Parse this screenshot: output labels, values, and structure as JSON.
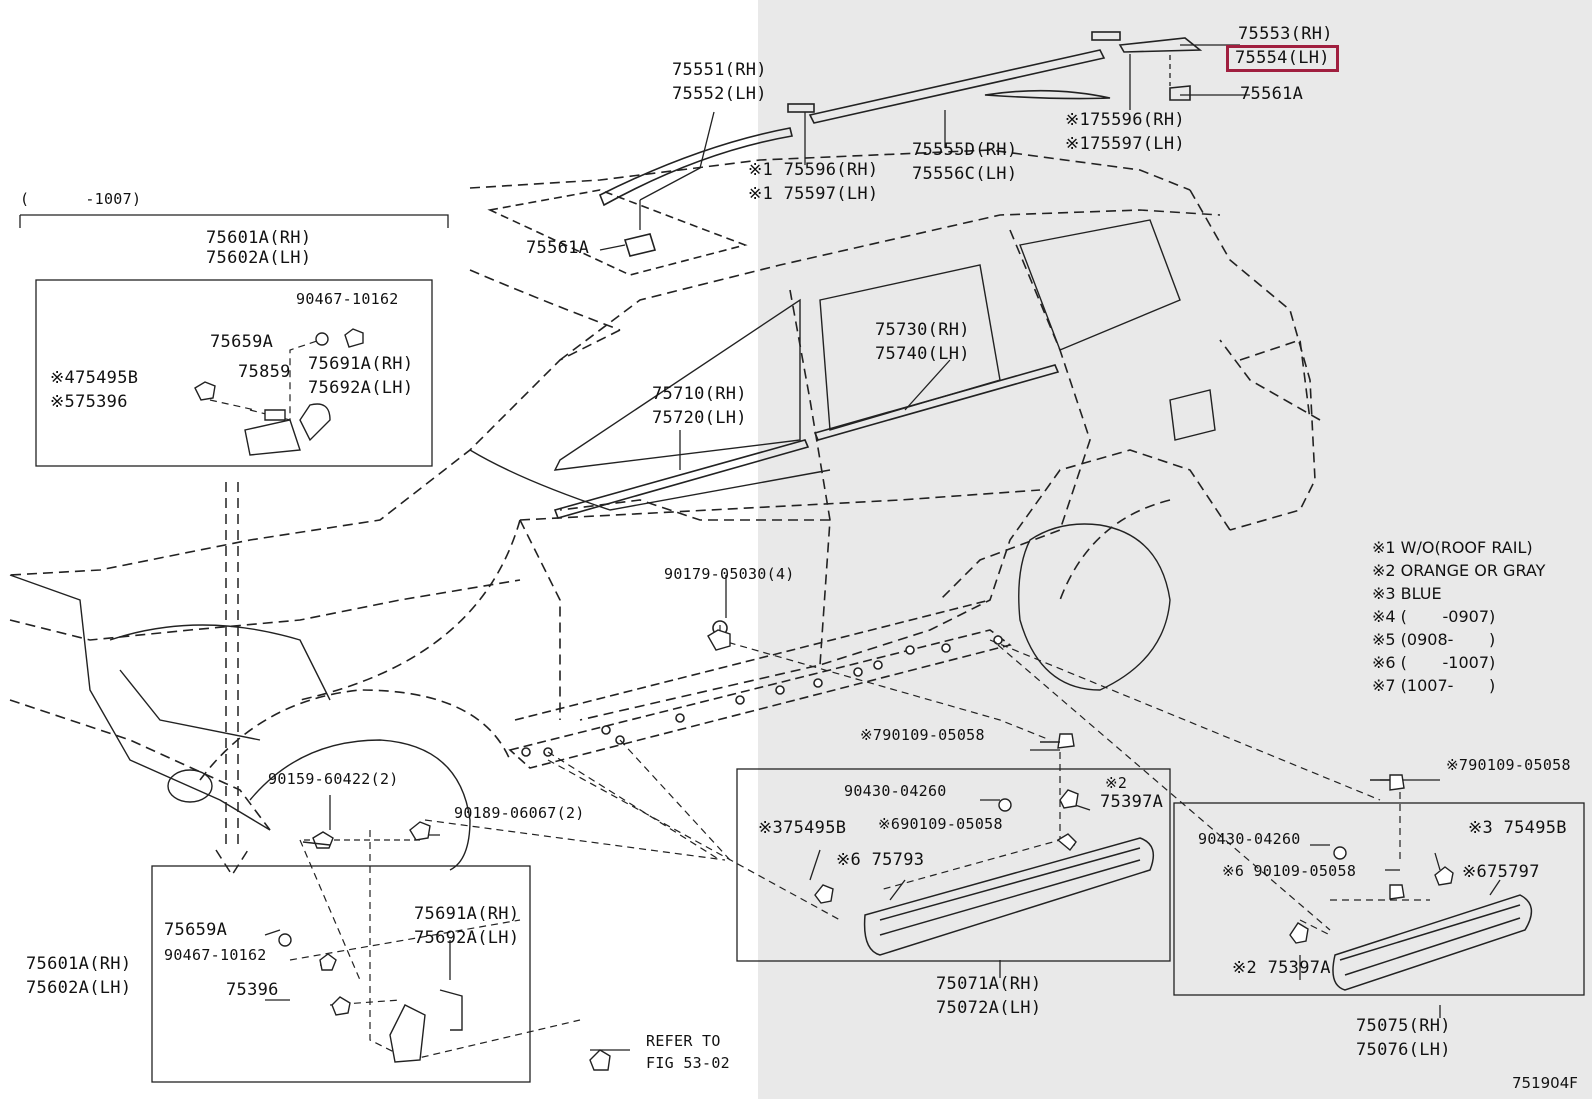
{
  "labels": {
    "p75553": "75553(RH)",
    "p75554": "75554(LH)",
    "p75561a_top": "75561A",
    "p75551": "75551(RH)",
    "p75552": "75552(LH)",
    "p75596_r": "※175596(RH)",
    "p75597_r": "※175597(LH)",
    "p75555d": "75555D(RH)",
    "p75556c": "75556C(LH)",
    "p75596_m": "※1 75596(RH)",
    "p75597_m": "※1 75597(LH)",
    "p75561a_roof": "75561A",
    "p75730": "75730(RH)",
    "p75740": "75740(LH)",
    "p75710": "75710(RH)",
    "p75720": "75720(LH)",
    "p90179": "90179-05030(4)",
    "p90109_a": "※790109-05058",
    "p90430_a": "90430-04260",
    "p75397a_a_mark": "※2",
    "p75397a_a": "75397A",
    "p75495b_a": "※375495B",
    "p90109_b": "※690109-05058",
    "p75793": "※6 75793",
    "p75071a": "75071A(RH)",
    "p75072a": "75072A(LH)",
    "p90109_c": "※790109-05058",
    "p90430_b": "90430-04260",
    "p75495b_b": "※3 75495B",
    "p90109_d": "※6 90109-05058",
    "p75797": "※675797",
    "p75397a_b": "※2 75397A",
    "p75075": "75075(RH)",
    "p75076": "75076(LH)",
    "p90159": "90159-60422(2)",
    "p90189": "90189-06067(2)",
    "p75659a_b": "75659A",
    "p90467_b": "90467-10162",
    "p75396_b": "75396",
    "p75601a_b": "75601A(RH)",
    "p75602a_b": "75602A(LH)",
    "p75691a_b": "75691A(RH)",
    "p75692a_b": "75692A(LH)",
    "refer1": "REFER TO",
    "refer2": "FIG 53-02",
    "range_top": "(      -1007)",
    "p75601a_t": "75601A(RH)",
    "p75602a_t": "75602A(LH)",
    "p90467_t": "90467-10162",
    "p75659a_t": "75659A",
    "p75495b_t": "※475495B",
    "p75396_t": "※575396",
    "p75859": "75859",
    "p75691a_t": "75691A(RH)",
    "p75692a_t": "75692A(LH)",
    "fig_no": "751904F"
  },
  "legend": [
    "※1 W/O(ROOF RAIL)",
    "※2 ORANGE OR GRAY",
    "※3 BLUE",
    "※4 (       -0907)",
    "※5 (0908-       )",
    "※6 (       -1007)",
    "※7 (1007-       )"
  ],
  "colors": {
    "line": "#222222",
    "highlight": "#a01f3f",
    "shade": "#e9e9e9"
  }
}
